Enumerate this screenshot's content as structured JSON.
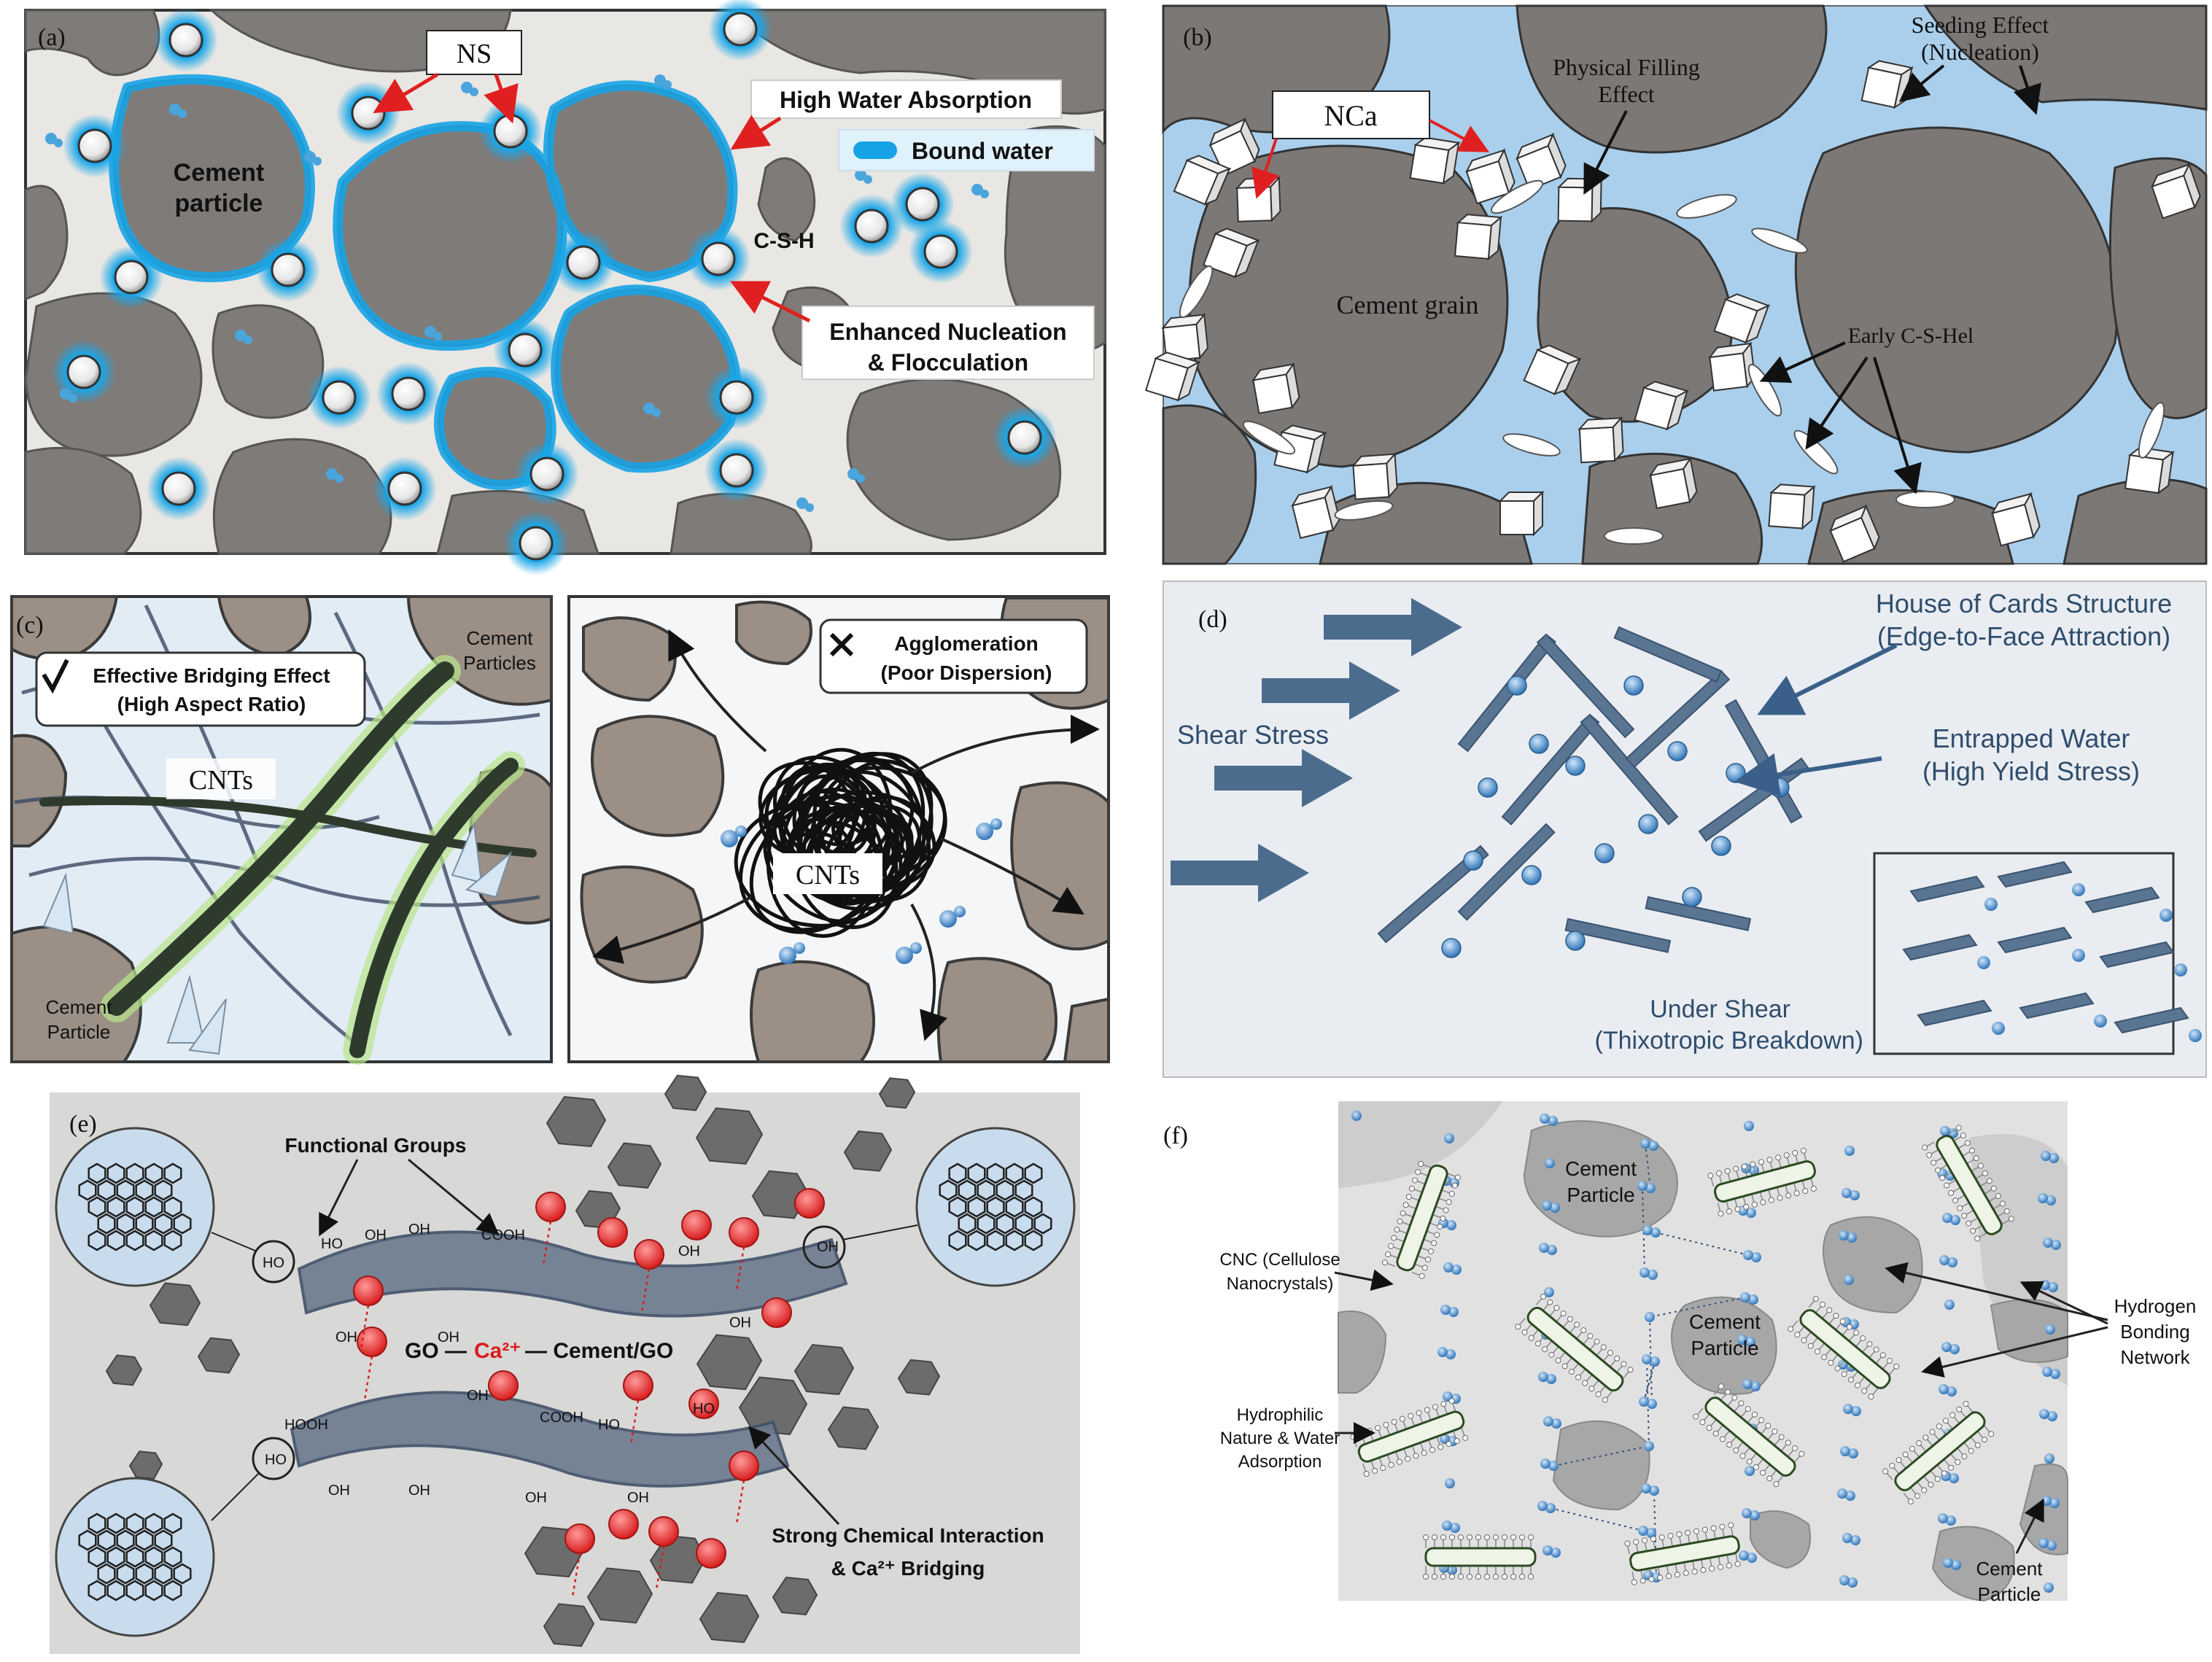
{
  "panels": {
    "a": {
      "tag": "(a)",
      "cement_particle_1": "Cement",
      "cement_particle_2": "particle",
      "ns": "NS",
      "high_water": "High Water Absorption",
      "bound_water": "Bound water",
      "csh": "C-S-H",
      "nucleation_1": "Enhanced Nucleation",
      "nucleation_2": "& Flocculation"
    },
    "b": {
      "tag": "(b)",
      "nca": "NCa",
      "filling_1": "Physical Filling",
      "filling_2": "Effect",
      "seeding_1": "Seeding Effect",
      "seeding_2": "(Nucleation)",
      "cement_grain": "Cement grain",
      "early_csh": "Early C-S-Hel"
    },
    "c": {
      "tag": "(c)",
      "bridging_1": "Effective Bridging Effect",
      "bridging_2": "(High Aspect Ratio)",
      "cement_particles_1": "Cement",
      "cement_particles_2": "Particles",
      "cnts_left": "CNTs",
      "cement_particle_bl_1": "Cement",
      "cement_particle_bl_2": "Particle",
      "agglom_1": "Agglomeration",
      "agglom_2": "(Poor Dispersion)",
      "cnts_right": "CNTs"
    },
    "d": {
      "tag": "(d)",
      "shear_stress": "Shear Stress",
      "house_1": "House of Cards Structure",
      "house_2": "(Edge-to-Face Attraction)",
      "entrapped_1": "Entrapped Water",
      "entrapped_2": "(High Yield Stress)",
      "under_shear_1": "Under Shear",
      "under_shear_2": "(Thixotropic Breakdown)"
    },
    "e": {
      "tag": "(e)",
      "functional_groups": "Functional Groups",
      "go": "GO —",
      "ca": "Ca²⁺",
      "cement_go": "— Cement/GO",
      "strong_1": "Strong Chemical Interaction",
      "strong_2": "& Ca²⁺ Bridging",
      "ion": "Ca²⁺",
      "oh": "OH",
      "ho": "HO",
      "cooh": "COOH",
      "hooh": "HOOH"
    },
    "f": {
      "tag": "(f)",
      "cnc_1": "CNC (Cellulose",
      "cnc_2": "Nanocrystals)",
      "hydro_1": "Hydrophilic",
      "hydro_2": "Nature & Water",
      "hydro_3": "Adsorption",
      "cp_top_1": "Cement",
      "cp_top_2": "Particle",
      "cp_mid_1": "Cement",
      "cp_mid_2": "Particle",
      "hbond_1": "Hydrogen",
      "hbond_2": "Bonding",
      "hbond_3": "Network",
      "cp_br_1": "Cement",
      "cp_br_2": "Particle"
    }
  }
}
